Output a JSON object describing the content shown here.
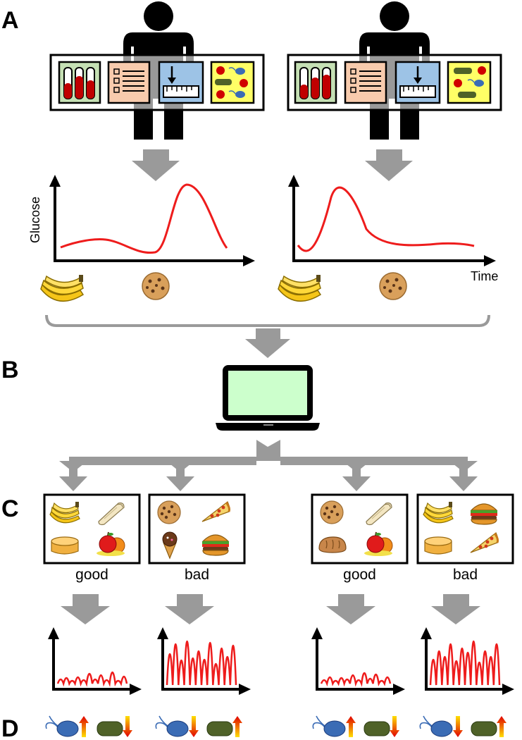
{
  "panels": {
    "a": "A",
    "b": "B",
    "c": "C",
    "d": "D"
  },
  "axes": {
    "y_label": "Glucose",
    "x_label": "Time"
  },
  "people": [
    {
      "microbiome": "variant-1"
    },
    {
      "microbiome": "variant-2"
    }
  ],
  "groups": [
    {
      "label": "good",
      "foods": [
        "banana",
        "burrito",
        "cheese-wheel",
        "apple-orange"
      ]
    },
    {
      "label": "bad",
      "foods": [
        "cookie",
        "pizza-slice",
        "ice-cream-cone",
        "hamburger"
      ]
    },
    {
      "label": "good",
      "foods": [
        "cookie",
        "burrito",
        "bread-loaf",
        "apple-orange"
      ]
    },
    {
      "label": "bad",
      "foods": [
        "banana",
        "hamburger",
        "cheese-wheel",
        "pizza-slice"
      ]
    }
  ],
  "colors": {
    "curve": "#ee1c1c",
    "arrow": "#9a9a9a",
    "blood_panel": "#c5e0b4",
    "questionnaire_panel": "#f8cbad",
    "measure_panel": "#9dc3e6",
    "microbiome_panel": "#ffff66",
    "screen": "#ccffcc",
    "bacteria_blue": "#3b6cb5",
    "bacteria_green": "#4f6228"
  }
}
